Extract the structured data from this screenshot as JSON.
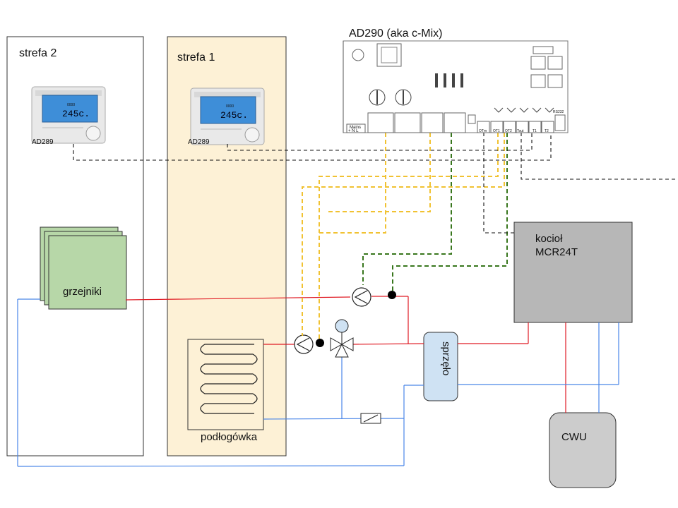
{
  "zones": {
    "zone2_title": "strefa 2",
    "zone1_title": "strefa 1"
  },
  "thermostats": {
    "left_label": "AD289",
    "right_label": "AD289",
    "display_time": "0000",
    "display_temp": "245c"
  },
  "controller": {
    "title": "AD290 (aka c-Mix)",
    "mains_label": "Mains",
    "mains_pins": "+ N L",
    "outputs": [
      "OTm",
      "OT1",
      "OT2",
      "Tout",
      "T1",
      "T2"
    ],
    "rs_label": "RS232"
  },
  "devices": {
    "radiators": "grzejniki",
    "underfloor": "podłogówka",
    "boiler_line1": "kocioł",
    "boiler_line2": "MCR24T",
    "coupler": "sprzęło",
    "dhw": "CWU"
  },
  "colors": {
    "zone2_fill": "#ffffff",
    "zone1_fill": "#fdf1d6",
    "radiator_fill": "#b7d7a8",
    "boiler_fill": "#b7b7b7",
    "dhw_fill": "#cccccc",
    "coupler_fill": "#cfe2f3",
    "supply_line": "#e01b24",
    "return_line": "#4a86e8",
    "sensor_line": "#f1c232",
    "pump_ctrl_line": "#38761d",
    "bus_line": "#000000"
  }
}
